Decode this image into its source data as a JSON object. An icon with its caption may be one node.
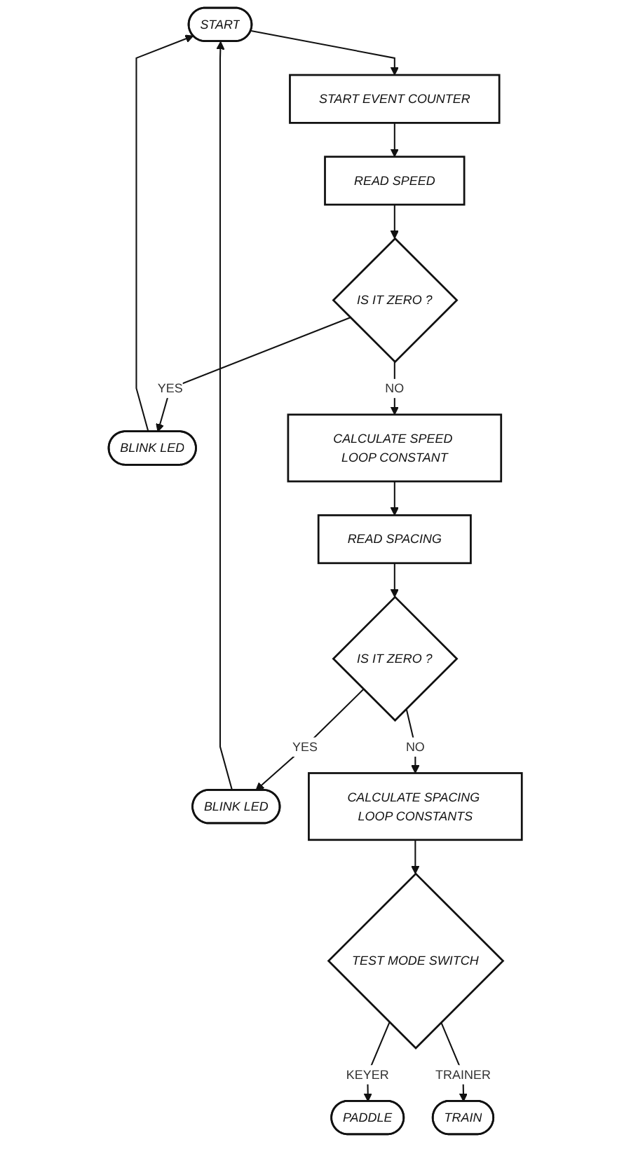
{
  "diagram": {
    "nodes": [
      {
        "text": [
          "START"
        ]
      },
      {
        "text": [
          "START EVENT COUNTER"
        ]
      },
      {
        "text": [
          "READ SPEED"
        ]
      },
      {
        "text": [
          "IS IT ZERO ?"
        ]
      },
      {
        "text": [
          "BLINK LED"
        ]
      },
      {
        "text": [
          "CALCULATE SPEED LOOP CONSTANT"
        ]
      },
      {
        "text": [
          "READ SPACING"
        ]
      },
      {
        "text": [
          "IS IT ZERO ?"
        ]
      },
      {
        "text": [
          "BLINK LED"
        ]
      },
      {
        "text": [
          "CALCULATE SPACING LOOP CONSTANTS"
        ]
      },
      {
        "text": [
          "TEST MODE SWITCH"
        ]
      },
      {
        "text": [
          "PADDLE"
        ]
      },
      {
        "text": [
          "TRAIN"
        ]
      }
    ],
    "edges": [
      {
        "from": 0,
        "to": 1,
        "arrow": "to"
      },
      {
        "from": 1,
        "to": 2,
        "arrow": "to"
      },
      {
        "from": 2,
        "to": 3,
        "arrow": "to"
      },
      {
        "from": 3,
        "to": 4,
        "arrow": "to",
        "label": "YES"
      },
      {
        "from": 3,
        "to": 5,
        "arrow": "to",
        "label": "NO"
      },
      {
        "from": 4,
        "to": 0,
        "arrow": "to"
      },
      {
        "from": 5,
        "to": 6,
        "arrow": "to"
      },
      {
        "from": 6,
        "to": 7,
        "arrow": "to"
      },
      {
        "from": 7,
        "to": 8,
        "arrow": "to",
        "label": "YES"
      },
      {
        "from": 8,
        "to": 0,
        "arrow": "to"
      },
      {
        "from": 7,
        "to": 9,
        "arrow": "to",
        "label": "NO"
      },
      {
        "from": 9,
        "to": 10,
        "arrow": "to"
      },
      {
        "from": 10,
        "to": 11,
        "arrow": "to",
        "label": "KEYER"
      },
      {
        "from": 10,
        "to": 12,
        "arrow": "to",
        "label": "TRAINER"
      }
    ]
  }
}
